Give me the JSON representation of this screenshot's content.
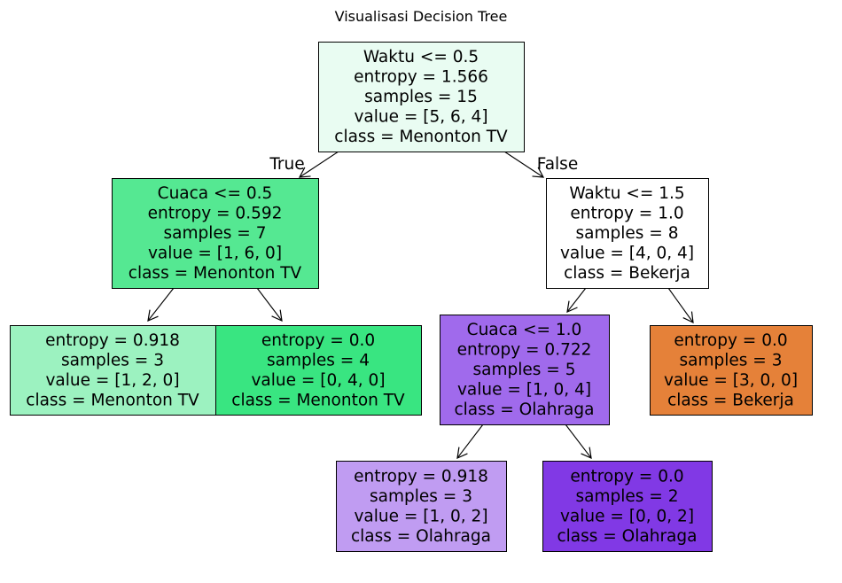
{
  "title": "Visualisasi Decision Tree",
  "nodes": [
    {
      "id": "n0",
      "lines": [
        "Waktu <= 0.5",
        "entropy = 1.566",
        "samples = 15",
        "value = [5, 6, 4]",
        "class = Menonton TV"
      ],
      "fill": "#e9fcf2"
    },
    {
      "id": "n1",
      "lines": [
        "Cuaca <= 0.5",
        "entropy = 0.592",
        "samples = 7",
        "value = [1, 6, 0]",
        "class = Menonton TV"
      ],
      "fill": "#55e892"
    },
    {
      "id": "n2",
      "lines": [
        "entropy = 0.918",
        "samples = 3",
        "value = [1, 2, 0]",
        "class = Menonton TV"
      ],
      "fill": "#9cf2c0"
    },
    {
      "id": "n3",
      "lines": [
        "entropy = 0.0",
        "samples = 4",
        "value = [0, 4, 0]",
        "class = Menonton TV"
      ],
      "fill": "#39e581"
    },
    {
      "id": "n4",
      "lines": [
        "Waktu <= 1.5",
        "entropy = 1.0",
        "samples = 8",
        "value = [4, 0, 4]",
        "class = Bekerja"
      ],
      "fill": "#ffffff"
    },
    {
      "id": "n5",
      "lines": [
        "Cuaca <= 1.0",
        "entropy = 0.722",
        "samples = 5",
        "value = [1, 0, 4]",
        "class = Olahraga"
      ],
      "fill": "#a06aec"
    },
    {
      "id": "n6",
      "lines": [
        "entropy = 0.918",
        "samples = 3",
        "value = [1, 0, 2]",
        "class = Olahraga"
      ],
      "fill": "#c09cf2"
    },
    {
      "id": "n7",
      "lines": [
        "entropy = 0.0",
        "samples = 2",
        "value = [0, 0, 2]",
        "class = Olahraga"
      ],
      "fill": "#8139e5"
    },
    {
      "id": "n8",
      "lines": [
        "entropy = 0.0",
        "samples = 3",
        "value = [3, 0, 0]",
        "class = Bekerja"
      ],
      "fill": "#e58139"
    }
  ],
  "edges": [
    {
      "from": "n0",
      "to": "n1",
      "label": "True"
    },
    {
      "from": "n0",
      "to": "n4",
      "label": "False"
    },
    {
      "from": "n1",
      "to": "n2",
      "label": ""
    },
    {
      "from": "n1",
      "to": "n3",
      "label": ""
    },
    {
      "from": "n4",
      "to": "n5",
      "label": ""
    },
    {
      "from": "n4",
      "to": "n8",
      "label": ""
    },
    {
      "from": "n5",
      "to": "n6",
      "label": ""
    },
    {
      "from": "n5",
      "to": "n7",
      "label": ""
    }
  ]
}
